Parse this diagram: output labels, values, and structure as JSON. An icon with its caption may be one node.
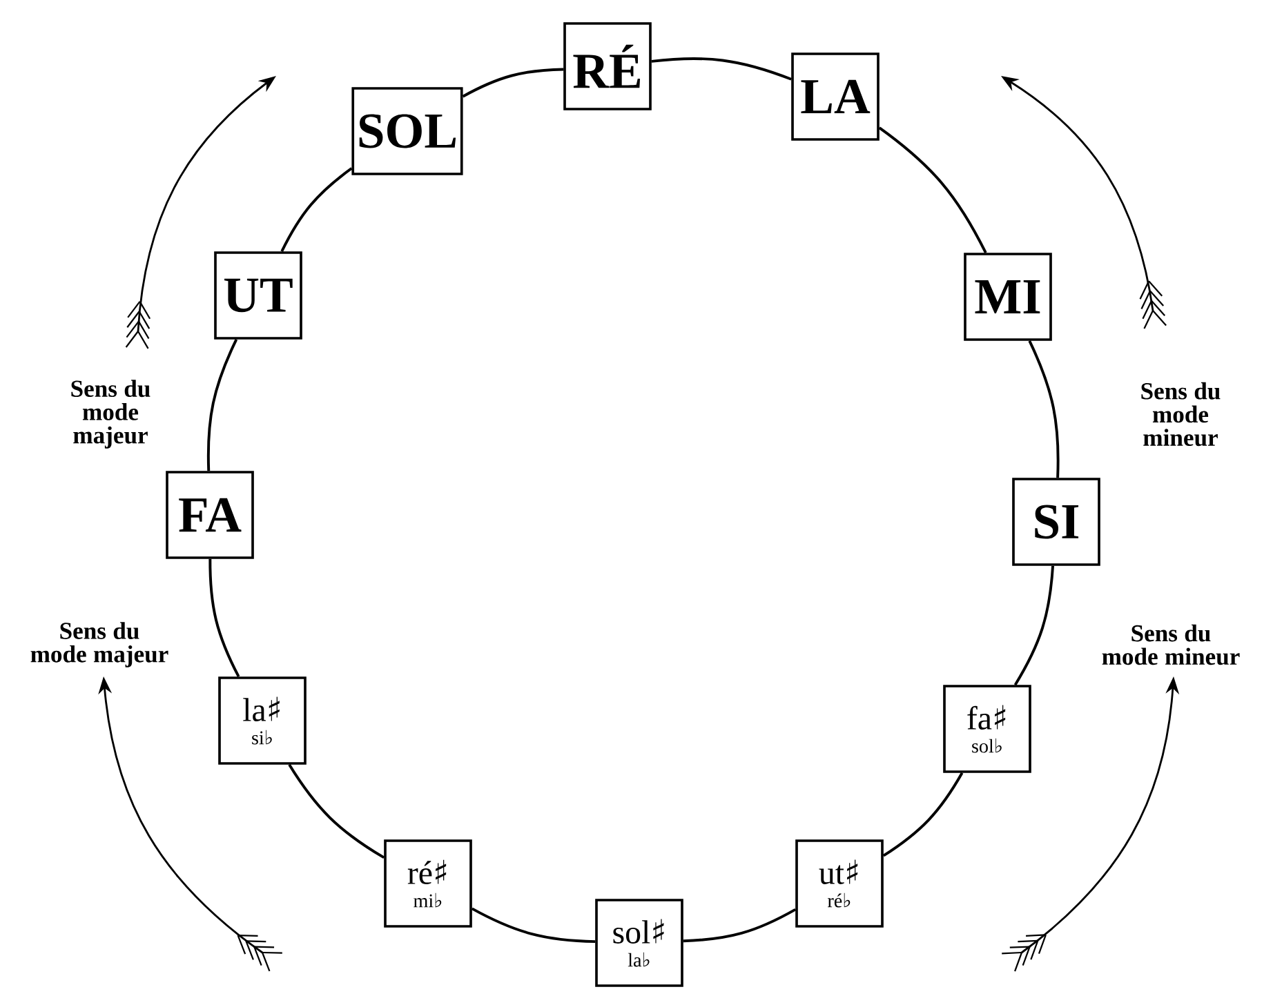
{
  "diagram": {
    "nodes": [
      {
        "text": [
          "RÉ"
        ]
      },
      {
        "text": [
          "LA"
        ]
      },
      {
        "text": [
          "MI"
        ]
      },
      {
        "text": [
          "SI"
        ]
      },
      {
        "text": [
          "fa♯",
          "sol♭"
        ]
      },
      {
        "text": [
          "ut♯",
          "ré♭"
        ]
      },
      {
        "text": [
          "sol♯",
          "la♭"
        ]
      },
      {
        "text": [
          "ré♯",
          "mi♭"
        ]
      },
      {
        "text": [
          "la♯",
          "si♭"
        ]
      },
      {
        "text": [
          "FA"
        ]
      },
      {
        "text": [
          "UT"
        ]
      },
      {
        "text": [
          "SOL"
        ]
      }
    ],
    "edges": [
      {
        "from": 0,
        "to": 1,
        "arrow": "none"
      },
      {
        "from": 1,
        "to": 2,
        "arrow": "none"
      },
      {
        "from": 2,
        "to": 3,
        "arrow": "none"
      },
      {
        "from": 3,
        "to": 4,
        "arrow": "none"
      },
      {
        "from": 4,
        "to": 5,
        "arrow": "none"
      },
      {
        "from": 5,
        "to": 6,
        "arrow": "none"
      },
      {
        "from": 6,
        "to": 7,
        "arrow": "none"
      },
      {
        "from": 7,
        "to": 8,
        "arrow": "none"
      },
      {
        "from": 8,
        "to": 9,
        "arrow": "none"
      },
      {
        "from": 9,
        "to": 10,
        "arrow": "none"
      },
      {
        "from": 10,
        "to": 11,
        "arrow": "none"
      },
      {
        "from": 11,
        "to": 0,
        "arrow": "none"
      }
    ],
    "labels": [
      "Sens du mode majeur",
      "Sens du mode mineur",
      "Sens du mode majeur",
      "Sens du mode mineur"
    ]
  }
}
